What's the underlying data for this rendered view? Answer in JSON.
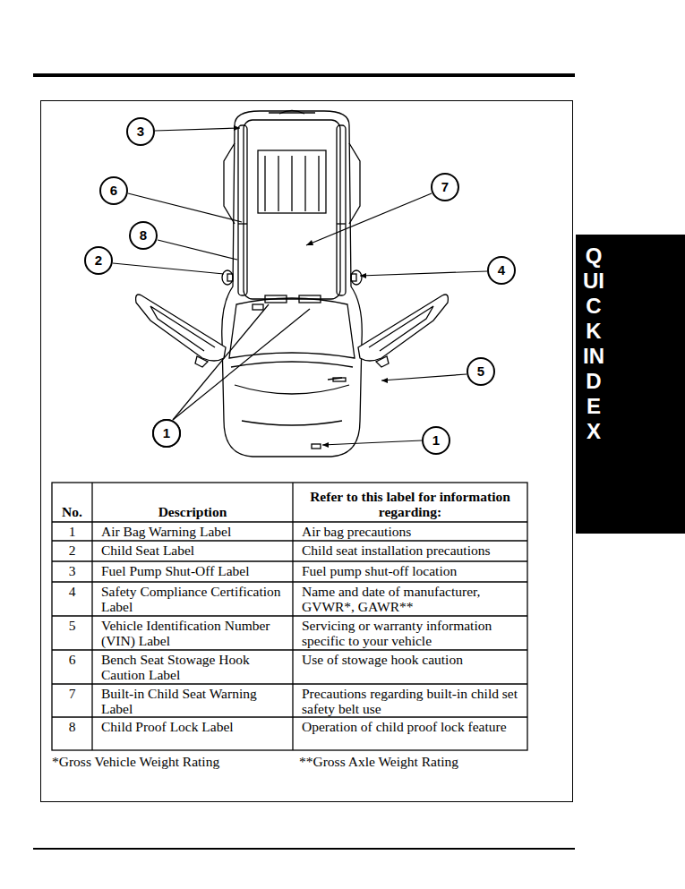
{
  "diagram": {
    "nodes": [
      {
        "text": [
          "QUICK INDEX"
        ]
      }
    ],
    "labels": [
      "3",
      "6",
      "8",
      "2",
      "7",
      "4",
      "5",
      "1",
      "1",
      "1",
      "No.",
      "Description",
      "Refer to this label for information regarding:",
      "1",
      "Air Bag Warning Label",
      "Air bag precautions",
      "2",
      "Child Seat Label",
      "Child seat installation precautions",
      "3",
      "Fuel Pump Shut-Off Label",
      "Fuel pump shut-off location",
      "4",
      "Safety Compliance Certification Label",
      "Name and date of manufacturer, GVWR*, GAWR**",
      "5",
      "Vehicle Identification Number (VIN) Label",
      "Servicing or warranty information specific to your vehicle",
      "6",
      "Bench Seat Stowage Hook Caution Label",
      "Use of stowage hook caution",
      "7",
      "Built-in Child Seat Warning Label",
      "Precautions regarding built-in child set safety belt use",
      "8",
      "Child Proof Lock Label",
      "Operation of child proof lock feature",
      "*Gross Vehicle Weight Rating",
      "**Gross Axle Weight Rating"
    ]
  }
}
